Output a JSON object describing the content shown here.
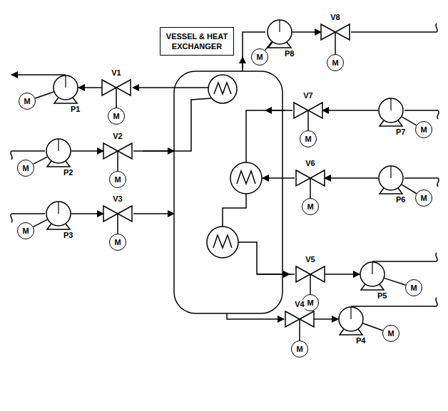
{
  "diagram": {
    "nodes": [
      {
        "text": [
          "VESSEL & HEAT EXCHANGER"
        ]
      },
      {
        "text": [
          "P8"
        ]
      },
      {
        "text": [
          "M"
        ]
      },
      {
        "text": [
          "V8"
        ]
      },
      {
        "text": [
          "M"
        ]
      },
      {
        "text": [
          "V1"
        ]
      },
      {
        "text": [
          "M"
        ]
      },
      {
        "text": [
          "P1"
        ]
      },
      {
        "text": [
          "M"
        ]
      },
      {
        "text": [
          "V7"
        ]
      },
      {
        "text": [
          "M"
        ]
      },
      {
        "text": [
          "P7"
        ]
      },
      {
        "text": [
          "M"
        ]
      },
      {
        "text": [
          "P2"
        ]
      },
      {
        "text": [
          "M"
        ]
      },
      {
        "text": [
          "V2"
        ]
      },
      {
        "text": [
          "M"
        ]
      },
      {
        "text": [
          "V6"
        ]
      },
      {
        "text": [
          "M"
        ]
      },
      {
        "text": [
          "P6"
        ]
      },
      {
        "text": [
          "M"
        ]
      },
      {
        "text": [
          "P3"
        ]
      },
      {
        "text": [
          "M"
        ]
      },
      {
        "text": [
          "V3"
        ]
      },
      {
        "text": [
          "M"
        ]
      },
      {
        "text": [
          "V5"
        ]
      },
      {
        "text": [
          "M"
        ]
      },
      {
        "text": [
          "P5"
        ]
      },
      {
        "text": [
          "M"
        ]
      },
      {
        "text": [
          "V4"
        ]
      },
      {
        "text": [
          "M"
        ]
      },
      {
        "text": [
          "P4"
        ]
      },
      {
        "text": [
          "M"
        ]
      }
    ],
    "edges": [
      {
        "from": 1,
        "to": 2,
        "arrow": "none"
      },
      {
        "from": 1,
        "to": 3,
        "arrow": "to"
      },
      {
        "from": 3,
        "to": 4,
        "arrow": "none"
      },
      {
        "from": 5,
        "to": 7,
        "arrow": "to"
      },
      {
        "from": 5,
        "to": 6,
        "arrow": "none"
      },
      {
        "from": 7,
        "to": 8,
        "arrow": "none"
      },
      {
        "from": 11,
        "to": 9,
        "arrow": "to"
      },
      {
        "from": 9,
        "to": 10,
        "arrow": "none"
      },
      {
        "from": 11,
        "to": 12,
        "arrow": "none"
      },
      {
        "from": 13,
        "to": 15,
        "arrow": "to"
      },
      {
        "from": 13,
        "to": 14,
        "arrow": "none"
      },
      {
        "from": 15,
        "to": 16,
        "arrow": "none"
      },
      {
        "from": 19,
        "to": 17,
        "arrow": "to"
      },
      {
        "from": 17,
        "to": 18,
        "arrow": "none"
      },
      {
        "from": 19,
        "to": 20,
        "arrow": "none"
      },
      {
        "from": 21,
        "to": 23,
        "arrow": "to"
      },
      {
        "from": 21,
        "to": 22,
        "arrow": "none"
      },
      {
        "from": 23,
        "to": 24,
        "arrow": "none"
      },
      {
        "from": 25,
        "to": 27,
        "arrow": "to"
      },
      {
        "from": 25,
        "to": 26,
        "arrow": "none"
      },
      {
        "from": 27,
        "to": 28,
        "arrow": "none"
      },
      {
        "from": 29,
        "to": 31,
        "arrow": "to"
      },
      {
        "from": 29,
        "to": 30,
        "arrow": "none"
      },
      {
        "from": 31,
        "to": 32,
        "arrow": "none"
      }
    ]
  }
}
